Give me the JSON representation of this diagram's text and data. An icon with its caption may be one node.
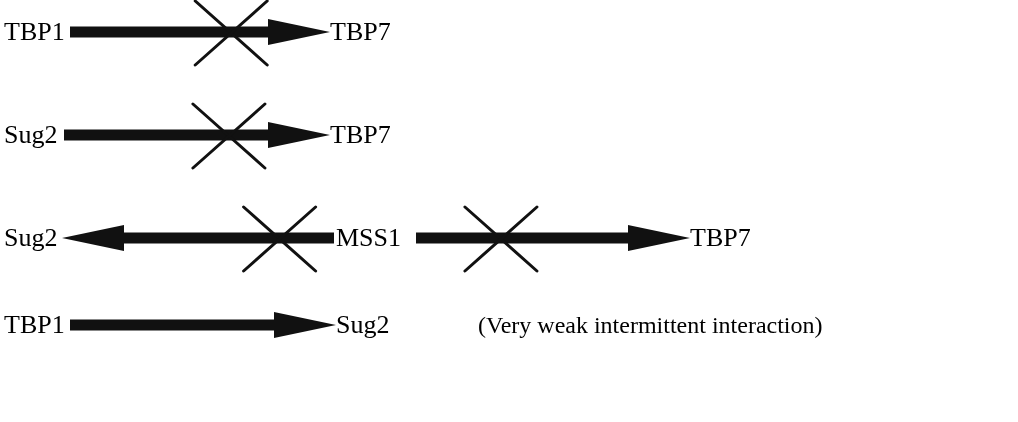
{
  "diagram": {
    "nodes": [
      {
        "text": [
          "TBP1"
        ]
      },
      {
        "text": [
          "TBP7"
        ]
      },
      {
        "text": [
          "Sug2"
        ]
      },
      {
        "text": [
          "TBP7"
        ]
      },
      {
        "text": [
          "Sug2"
        ]
      },
      {
        "text": [
          "MSS1"
        ]
      },
      {
        "text": [
          "TBP7"
        ]
      },
      {
        "text": [
          "TBP1"
        ]
      },
      {
        "text": [
          "Sug2"
        ]
      }
    ],
    "edges": [
      {
        "from": 0,
        "to": 1,
        "arrow": "to"
      },
      {
        "from": 2,
        "to": 3,
        "arrow": "to"
      },
      {
        "from": 5,
        "to": 4,
        "arrow": "to"
      },
      {
        "from": 5,
        "to": 6,
        "arrow": "to"
      },
      {
        "from": 7,
        "to": 8,
        "arrow": "to"
      }
    ],
    "labels": [
      "(Very weak intermittent interaction)"
    ]
  }
}
